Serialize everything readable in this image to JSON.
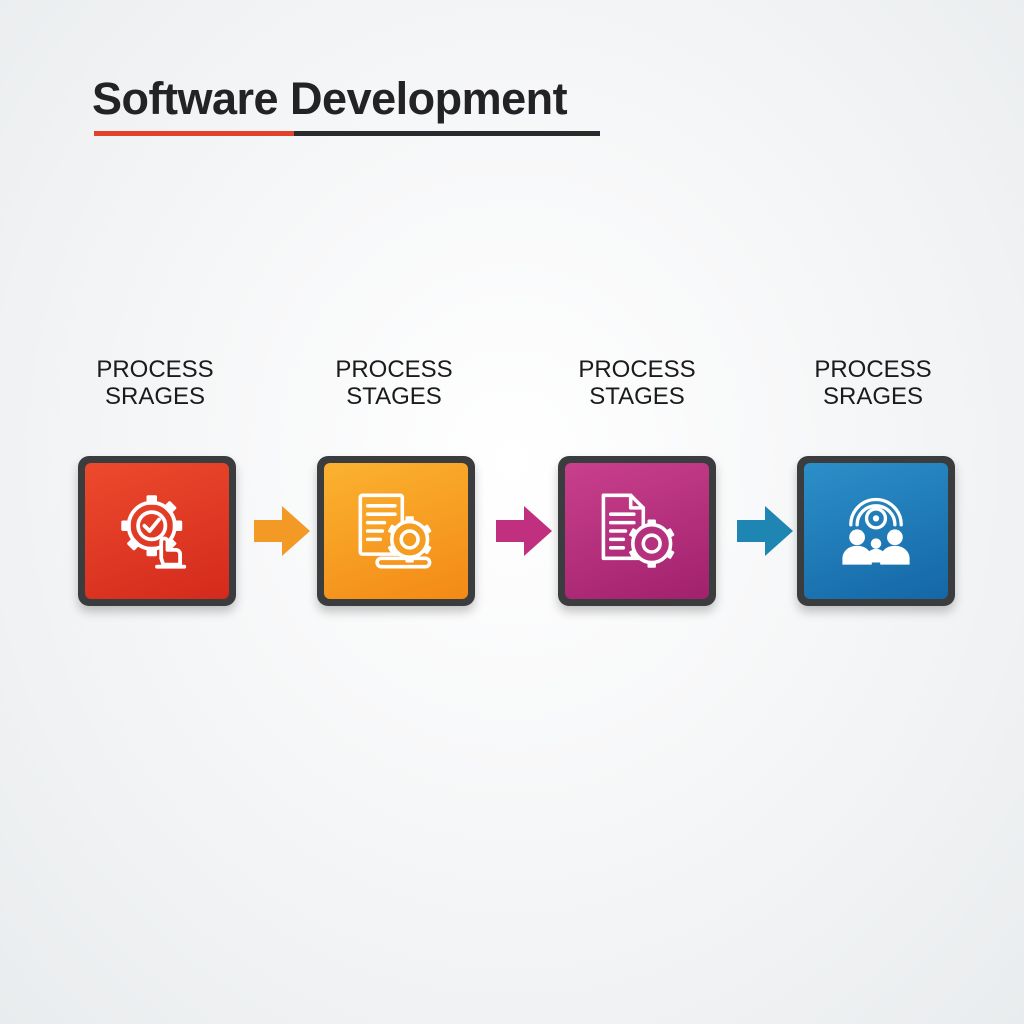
{
  "title": "Software Development",
  "colors": {
    "title_underline_accent": "#e2412a",
    "title_underline_dark": "#2b2b2d"
  },
  "stages": [
    {
      "label_line1": "PROCESS",
      "label_line2": "SRAGES",
      "icon": "gear-check-hand-icon",
      "color_top": "#ec4a2d",
      "color_bottom": "#d42a1c"
    },
    {
      "label_line1": "PROCESS",
      "label_line2": "STAGES",
      "icon": "document-gear-icon",
      "color_top": "#fbb230",
      "color_bottom": "#f38a16"
    },
    {
      "label_line1": "PROCESS",
      "label_line2": "STAGES",
      "icon": "file-gear-icon",
      "color_top": "#c9408d",
      "color_bottom": "#a1216c"
    },
    {
      "label_line1": "PROCESS",
      "label_line2": "SRAGES",
      "icon": "team-collaboration-icon",
      "color_top": "#2c8fc8",
      "color_bottom": "#1467a6"
    }
  ],
  "arrows": [
    {
      "icon": "arrow-right-icon",
      "color": "#f39a26"
    },
    {
      "icon": "arrow-right-icon",
      "color": "#c1307f"
    },
    {
      "icon": "arrow-right-icon",
      "color": "#1f86b3"
    }
  ]
}
